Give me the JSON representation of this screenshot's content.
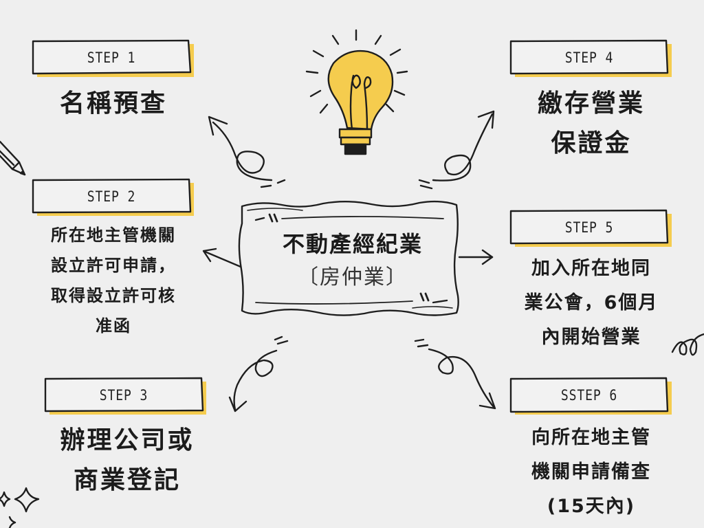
{
  "center": {
    "title": "不動產經紀業",
    "subtitle": "〔房仲業〕"
  },
  "steps": [
    {
      "label": "STEP 1",
      "lines": [
        "名稱預查"
      ]
    },
    {
      "label": "STEP 2",
      "lines": [
        "所在地主管機關",
        "設立許可申請，",
        "取得設立許可核",
        "准函"
      ]
    },
    {
      "label": "STEP 3",
      "lines": [
        "辦理公司或",
        "商業登記"
      ]
    },
    {
      "label": "STEP 4",
      "lines": [
        "繳存營業",
        "保證金"
      ]
    },
    {
      "label": "STEP 5",
      "lines": [
        "加入所在地同",
        "業公會，6個月",
        "內開始營業"
      ]
    },
    {
      "label": "SSTEP 6",
      "lines": [
        "向所在地主管",
        "機關申請備查",
        "(15天內)"
      ]
    }
  ],
  "colors": {
    "background": "#efefef",
    "accent_yellow": "#f5cc4e",
    "ink": "#1e1e1e",
    "label_fill": "#f2f2f2"
  },
  "icons": [
    "lightbulb-icon",
    "pencil-icon",
    "sparkle-icon",
    "scribble-icon"
  ]
}
